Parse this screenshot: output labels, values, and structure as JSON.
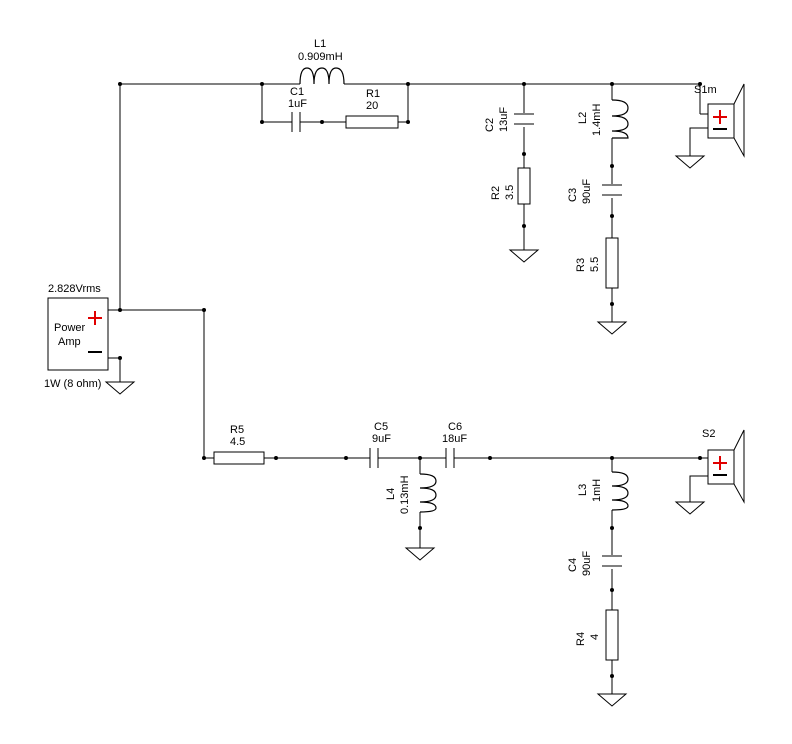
{
  "source": {
    "voltage": "2.828Vrms",
    "label_line1": "Power",
    "label_line2": "Amp",
    "power_note": "1W (8 ohm)"
  },
  "components": {
    "L1": {
      "ref": "L1",
      "value": "0.909mH"
    },
    "C1": {
      "ref": "C1",
      "value": "1uF"
    },
    "R1": {
      "ref": "R1",
      "value": "20"
    },
    "C2": {
      "ref": "C2",
      "value": "13uF"
    },
    "R2": {
      "ref": "R2",
      "value": "3.5"
    },
    "L2": {
      "ref": "L2",
      "value": "1.4mH"
    },
    "C3": {
      "ref": "C3",
      "value": "90uF"
    },
    "R3": {
      "ref": "R3",
      "value": "5.5"
    },
    "R5": {
      "ref": "R5",
      "value": "4.5"
    },
    "C5": {
      "ref": "C5",
      "value": "9uF"
    },
    "C6": {
      "ref": "C6",
      "value": "18uF"
    },
    "L4": {
      "ref": "L4",
      "value": "0.13mH"
    },
    "L3": {
      "ref": "L3",
      "value": "1mH"
    },
    "C4": {
      "ref": "C4",
      "value": "90uF"
    },
    "R4": {
      "ref": "R4",
      "value": "4"
    }
  },
  "speakers": {
    "S1": {
      "ref": "S1m"
    },
    "S2": {
      "ref": "S2"
    }
  },
  "colors": {
    "wire": "#000000",
    "polarity_plus": "#e00000",
    "background": "#ffffff"
  }
}
